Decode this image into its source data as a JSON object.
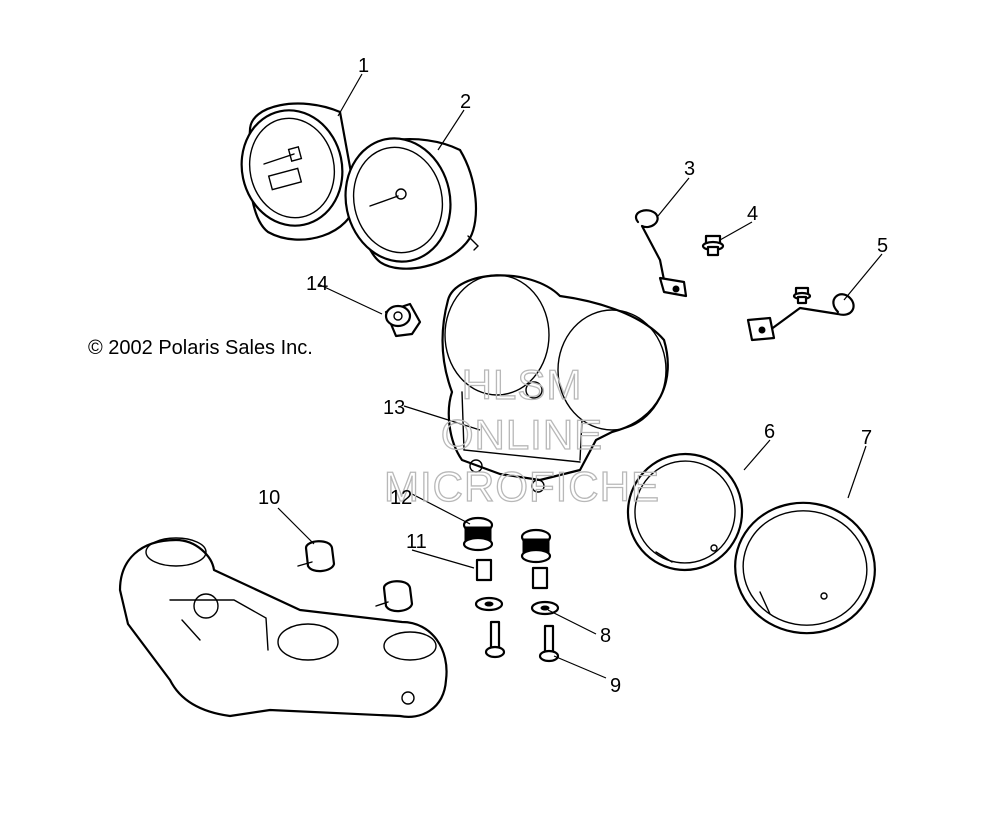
{
  "copyright": "© 2002 Polaris Sales Inc.",
  "watermark": {
    "line1": "HLSM",
    "line2": "ONLINE",
    "line3": "MICROFICHE"
  },
  "callouts": {
    "c1": "1",
    "c2": "2",
    "c3": "3",
    "c4": "4",
    "c5": "5",
    "c6": "6",
    "c7": "7",
    "c8": "8",
    "c9": "9",
    "c10": "10",
    "c11": "11",
    "c12": "12",
    "c13": "13",
    "c14": "14"
  },
  "colors": {
    "line": "#000000",
    "background": "#ffffff",
    "watermark": "#b8b8b8"
  }
}
